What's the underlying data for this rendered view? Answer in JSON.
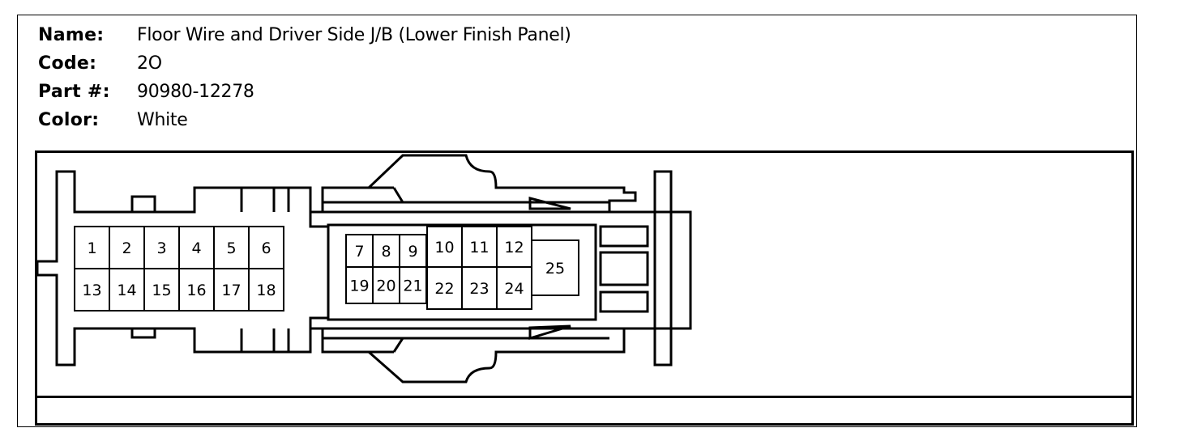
{
  "header": {
    "name_label": "Name:",
    "name_value": "Floor Wire and Driver Side J/B (Lower Finish Panel)",
    "code_label": "Code:",
    "code_value": "2O",
    "part_label": "Part #:",
    "part_value": "90980-12278",
    "color_label": "Color:",
    "color_value": "White"
  },
  "connector": {
    "pins": [
      "1",
      "2",
      "3",
      "4",
      "5",
      "6",
      "7",
      "8",
      "9",
      "10",
      "11",
      "12",
      "13",
      "14",
      "15",
      "16",
      "17",
      "18",
      "19",
      "20",
      "21",
      "22",
      "23",
      "24",
      "25"
    ]
  }
}
